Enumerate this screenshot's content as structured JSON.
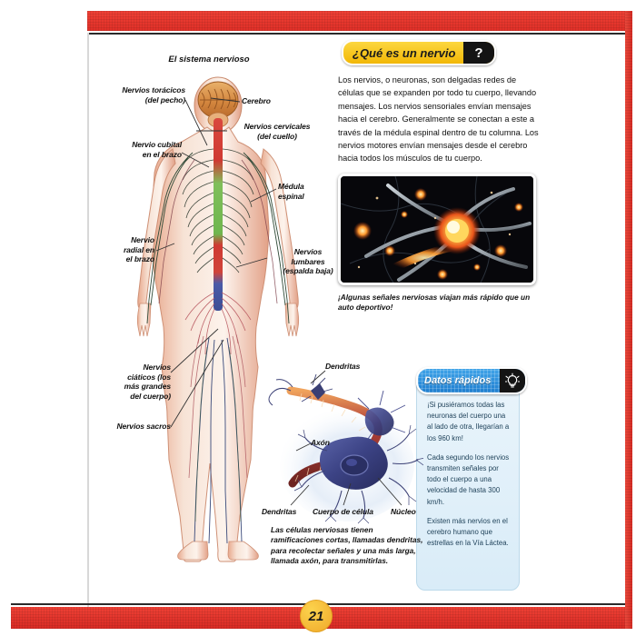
{
  "page": {
    "number": "21",
    "accent_red": "#ef4136",
    "accent_yellow": "#f2b705",
    "accent_blue": "#1f7fd0"
  },
  "body_diagram": {
    "title": "El sistema nervioso",
    "labels": {
      "toracicos": "Nervios torácicos\n(del pecho)",
      "cubital": "Nervio cubital\nen el brazo",
      "radial": "Nervio\nradial en\nel brazo",
      "ciaticos": "Nervios\nciáticos (los\nmás grandes\ndel cuerpo)",
      "sacros": "Nervios sacros",
      "cerebro": "Cerebro",
      "cervicales": "Nervios cervicales\n(del cuello)",
      "medula": "Médula\nespinal",
      "lumbares": "Nervios\nlumbares\n(espalda baja)"
    }
  },
  "article": {
    "banner_title": "¿Qué es un nervio",
    "banner_mark": "?",
    "paragraph": "Los nervios, o neuronas, son delgadas redes de células que se expanden por todo tu cuerpo, llevando mensajes. Los nervios sensoriales envían mensajes hacia el cerebro. Generalmente se conectan a este a través de la médula espinal dentro de tu columna. Los nervios motores envían mensajes desde el cerebro hacia todos los músculos de tu cuerpo.",
    "photo_caption": "¡Algunas señales nerviosas viajan más rápido que un auto deportivo!"
  },
  "fast_facts": {
    "title": "Datos rápidos",
    "icon": "lightbulb-icon",
    "items": [
      "¡Si pusiéramos todas las neuronas del cuerpo una al lado de otra, llegarían a los 960 km!",
      "Cada segundo los nervios transmiten señales por todo el cuerpo a una velocidad de hasta 300 km/h.",
      "Existen más nervios en el cerebro humano que estrellas en la Vía Láctea."
    ]
  },
  "neuron_diagram": {
    "labels": {
      "dendritas_top": "Dendritas",
      "axon": "Axón",
      "dendritas_bottom": "Dendritas",
      "cuerpo": "Cuerpo de célula",
      "nucleo": "Núcleo"
    },
    "caption": "Las células nerviosas tienen ramificaciones cortas, llamadas dendritas, para recolectar señales y una más larga, llamada axón, para transmitirlas."
  }
}
